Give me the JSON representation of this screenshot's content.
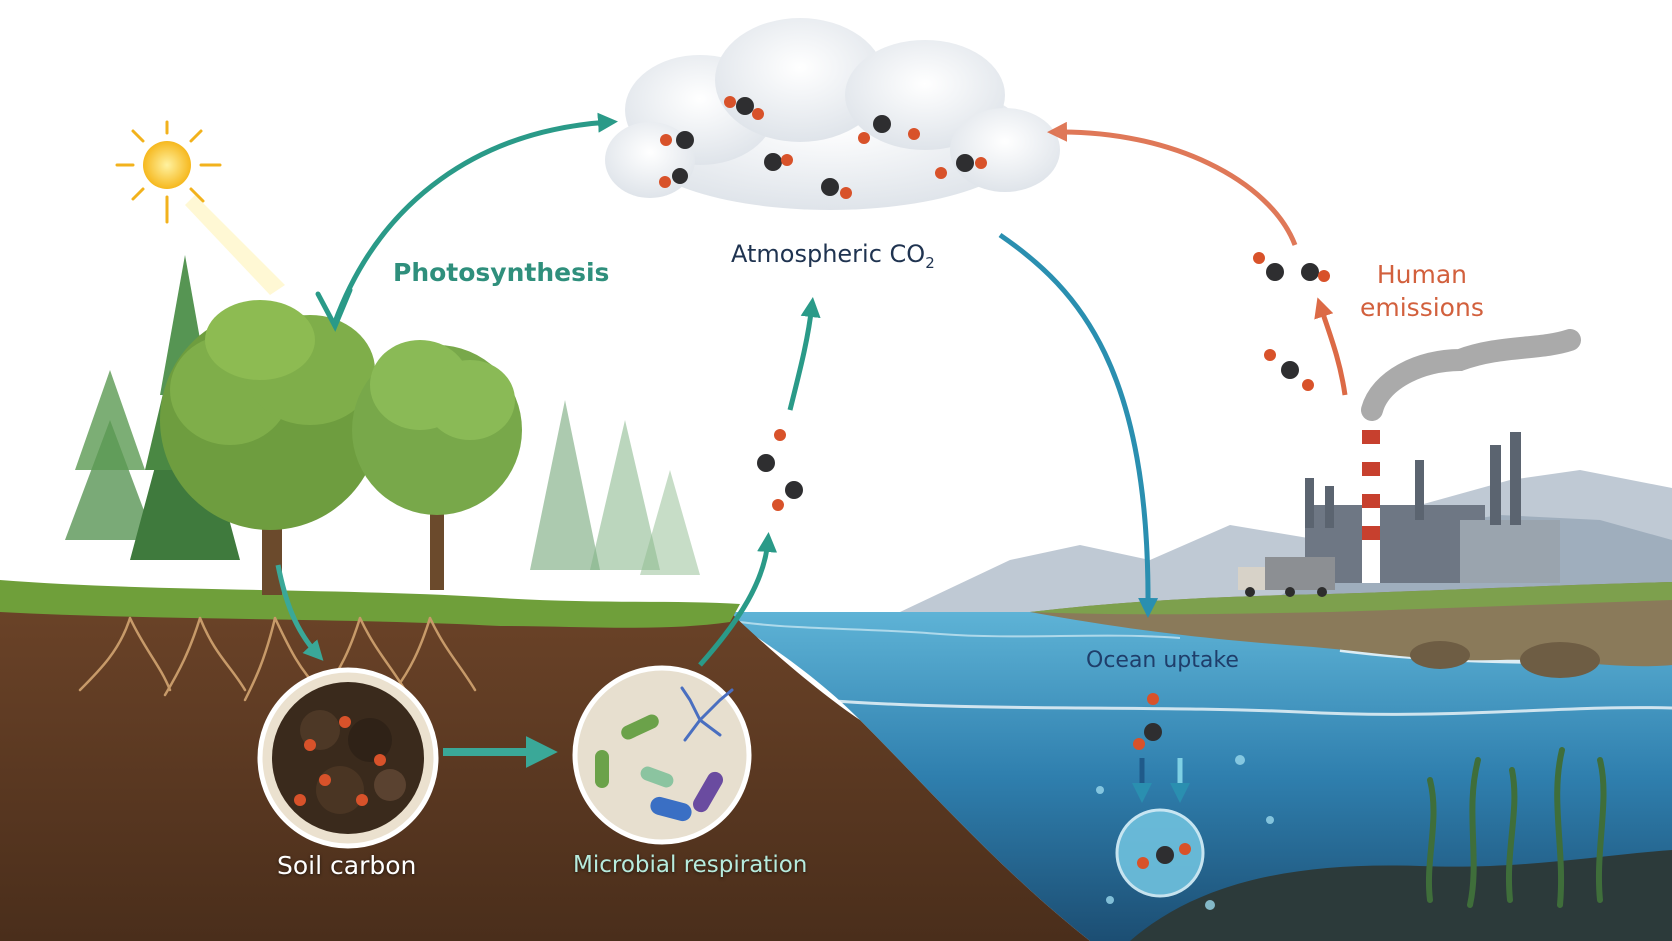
{
  "labels": {
    "photosynthesis": "Photosynthesis",
    "atmospheric_main": "Atmospheric CO",
    "atmospheric_sub": "2",
    "human_line1": "Human",
    "human_line2": "emissions",
    "ocean_uptake": "Ocean uptake",
    "soil_carbon": "Soil carbon",
    "microbial_respiration": "Microbial respiration"
  },
  "colors": {
    "photosynthesis_arrow": "#2a9a88",
    "ocean_arrow": "#2a8fb0",
    "human_arrow": "#dc6a46",
    "soil_arrow": "#2d9c8c",
    "carbon_atom": "#2e2e30",
    "oxygen_atom": "#d8522a",
    "soil": "#5e3a22",
    "ocean": "#3f8fbd"
  },
  "icons": [
    "sun-icon",
    "cloud-icon",
    "factory-icon",
    "truck-icon",
    "co2-molecule-icon",
    "microbe-icon",
    "tree-icon"
  ]
}
